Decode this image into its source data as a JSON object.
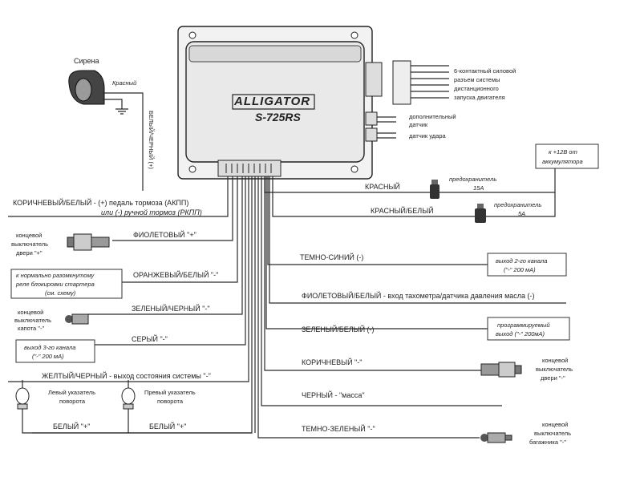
{
  "unit": {
    "logo": "ALLIGATOR",
    "model": "S-725RS"
  },
  "siren": {
    "title": "Сирена",
    "wire": "Красный"
  },
  "white_black_wire": "БЕЛЫЙ/ЧЕРНЫЙ (+)",
  "connector_note": "6-контактный силовой разъем системы дистанционного запуска двигателя",
  "sensors": {
    "extra": "дополнительный датчик",
    "shock": "датчик удара"
  },
  "battery_box": "к +12В от аккумулятора",
  "fuse_15a": "предохранитель 15А",
  "fuse_5a": "предохранитель 5А",
  "wires": {
    "red": "КРАСНЫЙ",
    "red_white": "КРАСНЫЙ/БЕЛЫЙ",
    "brown_white_1": "КОРИЧНЕВЫЙ/БЕЛЫЙ - (+) педаль тормоза (АКПП)",
    "brown_white_2": "или (-) ручной тормоз (РКПП)",
    "violet": "ФИОЛЕТОВЫЙ \"+\"",
    "dark_blue": "ТЕМНО-СИНИЙ (-)",
    "orange_white": "ОРАНЖЕВЫЙ/БЕЛЫЙ \"-\"",
    "violet_white": "ФИОЛЕТОВЫЙ/БЕЛЫЙ - вход тахометра/датчика давления масла (-)",
    "green_black": "ЗЕЛЕНЫЙ/ЧЕРНЫЙ \"-\"",
    "green_white": "ЗЕЛЕНЫЙ/БЕЛЫЙ (-)",
    "gray": "СЕРЫЙ \"-\"",
    "yellow_black": "ЖЕЛТЫЙ/ЧЕРНЫЙ - выход состояния системы \"-\"",
    "brown": "КОРИЧНЕВЫЙ \"-\"",
    "black": "ЧЕРНЫЙ - \"масса\"",
    "white_left": "БЕЛЫЙ \"+\"",
    "white_right": "БЕЛЫЙ \"+\"",
    "dark_green": "ТЕМНО-ЗЕЛЕНЫЙ \"-\""
  },
  "notes": {
    "door_switch_l1": "концевой",
    "door_switch_l2": "выключатель",
    "door_switch_l3": "двери \"+\"",
    "starter_relay_l1": "к нормально разомкнутому",
    "starter_relay_l2": "реле блокировки стартера",
    "starter_relay_l3": "(см. схему)",
    "hood_l1": "концевой",
    "hood_l2": "выключатель",
    "hood_l3": "капота \"-\"",
    "ch3_l1": "выход 3-го канала",
    "ch3_l2": "(\"-\" 200 мА)",
    "ch2_l1": "выход 2-го канала",
    "ch2_l2": "(\"-\" 200 мА)",
    "prog_l1": "программируемый",
    "prog_l2": "выход (\"-\" 200мА)",
    "door_r_l1": "концевой",
    "door_r_l2": "выключатель",
    "door_r_l3": "двери \"-\"",
    "trunk_l1": "концевой",
    "trunk_l2": "выключатель",
    "trunk_l3": "багажника \"-\"",
    "turn_left_l1": "Левый указатель",
    "turn_left_l2": "поворота",
    "turn_right_l1": "Превый указатель",
    "turn_right_l2": "поворота"
  }
}
